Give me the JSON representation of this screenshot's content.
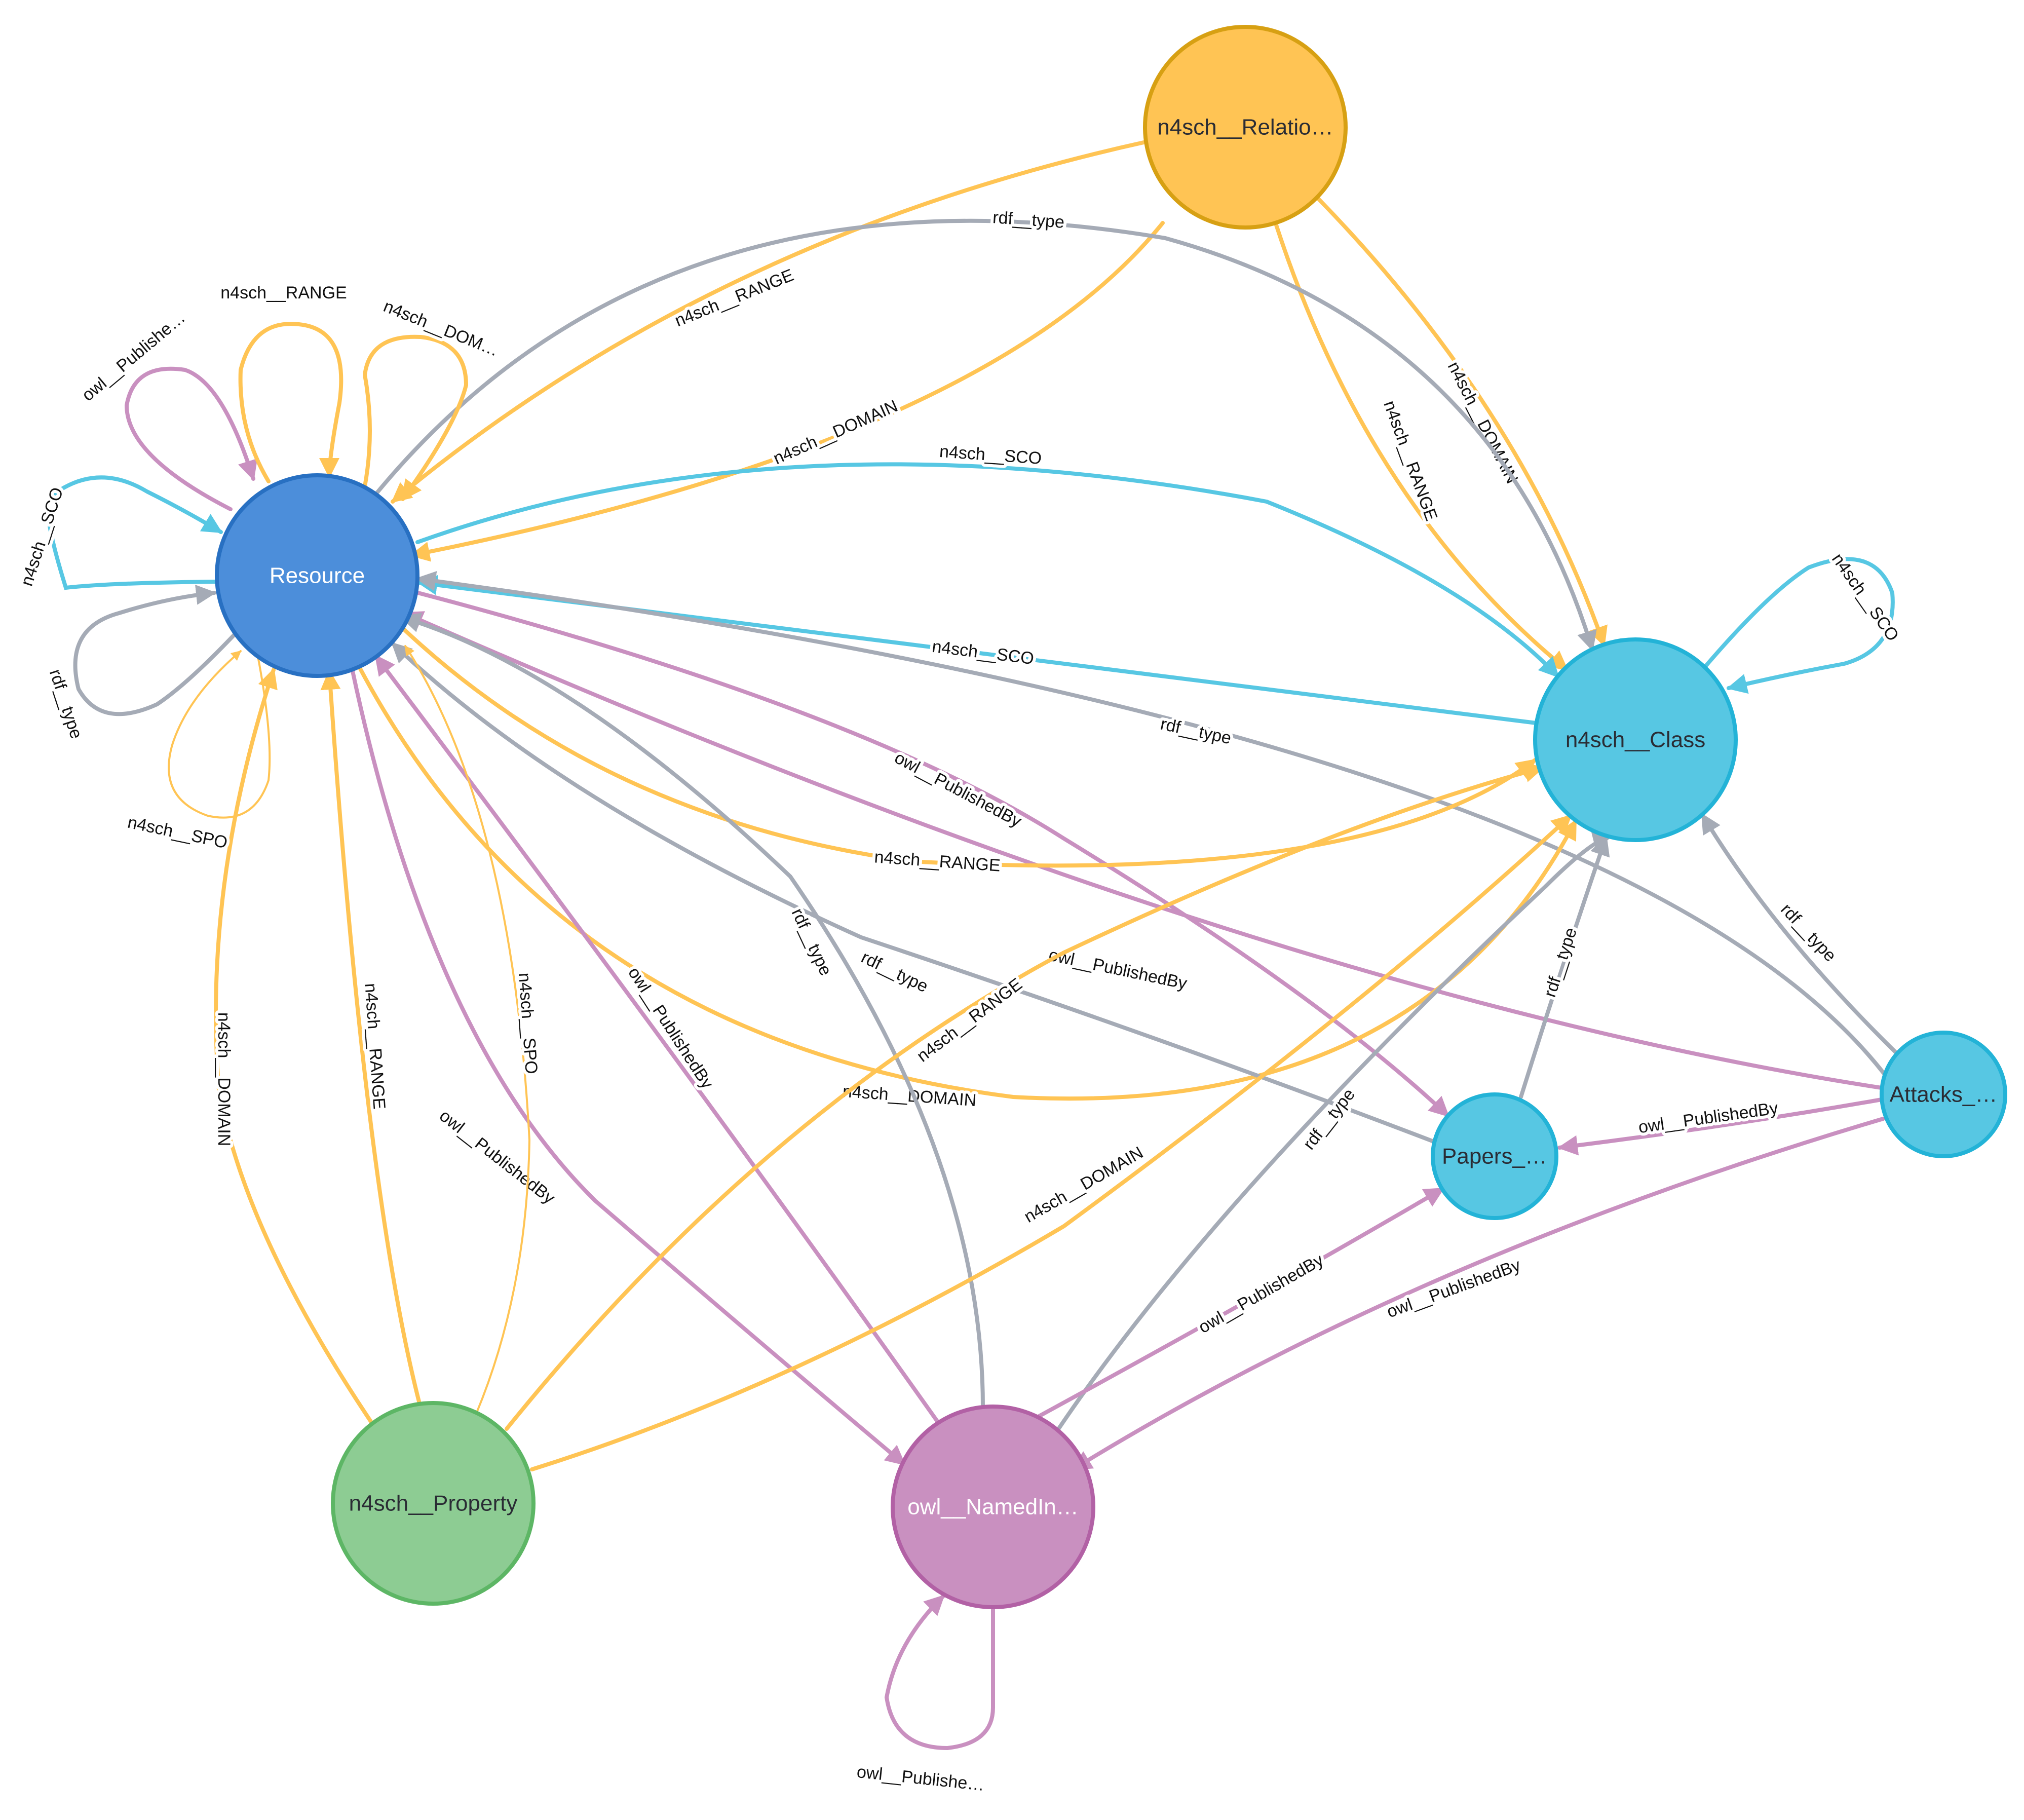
{
  "colors": {
    "gray": "#a5abb6",
    "orange": "#ffc454",
    "blue": "#4c8eda",
    "cyan": "#57c7e3",
    "pink": "#c990c0"
  },
  "nodes": [
    {
      "id": "resource",
      "label": "Resource",
      "fill": "#4c8eda",
      "stroke": "#2870c2",
      "text_color": "#ffffff"
    },
    {
      "id": "class",
      "label": "n4sch__Class",
      "fill": "#57c7e3",
      "stroke": "#23b3d7",
      "text_color": "#2a2c34"
    },
    {
      "id": "relation",
      "label": "n4sch__Relatio…",
      "fill": "#ffc454",
      "stroke": "#d7a013",
      "text_color": "#2a2c34"
    },
    {
      "id": "property",
      "label": "n4sch__Property",
      "fill": "#8dcc93",
      "stroke": "#5db665",
      "text_color": "#2a2c34"
    },
    {
      "id": "named",
      "label": "owl__NamedIn…",
      "fill": "#c990c0",
      "stroke": "#b261a5",
      "text_color": "#ffffff"
    },
    {
      "id": "papers",
      "label": "Papers_…",
      "fill": "#57c7e3",
      "stroke": "#23b3d7",
      "text_color": "#2a2c34"
    },
    {
      "id": "attacks",
      "label": "Attacks_…",
      "fill": "#57c7e3",
      "stroke": "#23b3d7",
      "text_color": "#2a2c34"
    }
  ],
  "edges": [
    {
      "from": "relation",
      "to": "resource",
      "label": "n4sch__RANGE",
      "color": "orange"
    },
    {
      "from": "relation",
      "to": "resource",
      "label": "n4sch__DOMAIN",
      "color": "orange"
    },
    {
      "from": "relation",
      "to": "class",
      "label": "n4sch__RANGE",
      "color": "orange"
    },
    {
      "from": "relation",
      "to": "class",
      "label": "n4sch__DOMAIN",
      "color": "orange"
    },
    {
      "from": "resource",
      "to": "class",
      "label": "rdf__type",
      "color": "gray"
    },
    {
      "from": "resource",
      "to": "class",
      "label": "n4sch__SCO",
      "color": "cyan"
    },
    {
      "from": "class",
      "to": "resource",
      "label": "n4sch__SCO",
      "color": "cyan"
    },
    {
      "from": "attacks",
      "to": "resource",
      "label": "rdf__type",
      "color": "gray"
    },
    {
      "from": "resource",
      "to": "papers",
      "label": "owl__PublishedBy",
      "color": "pink"
    },
    {
      "from": "attacks",
      "to": "resource",
      "label": "owl__PublishedBy",
      "color": "pink"
    },
    {
      "from": "resource",
      "to": "class",
      "label": "n4sch__RANGE",
      "color": "orange"
    },
    {
      "from": "resource",
      "to": "class",
      "label": "n4sch__DOMAIN",
      "color": "orange"
    },
    {
      "from": "papers",
      "to": "resource",
      "label": "rdf__type",
      "color": "gray"
    },
    {
      "from": "named",
      "to": "resource",
      "label": "rdf__type",
      "color": "gray"
    },
    {
      "from": "named",
      "to": "resource",
      "label": "owl__PublishedBy",
      "color": "pink"
    },
    {
      "from": "resource",
      "to": "named",
      "label": "owl__PublishedBy",
      "color": "pink"
    },
    {
      "from": "property",
      "to": "resource",
      "label": "n4sch__DOMAIN",
      "color": "orange"
    },
    {
      "from": "property",
      "to": "resource",
      "label": "n4sch__RANGE",
      "color": "orange"
    },
    {
      "from": "property",
      "to": "resource",
      "label": "n4sch__SPO",
      "color": "orange"
    },
    {
      "from": "property",
      "to": "class",
      "label": "n4sch__RANGE",
      "color": "orange"
    },
    {
      "from": "property",
      "to": "class",
      "label": "n4sch__DOMAIN",
      "color": "orange"
    },
    {
      "from": "named",
      "to": "class",
      "label": "rdf__type",
      "color": "gray"
    },
    {
      "from": "papers",
      "to": "class",
      "label": "rdf__type",
      "color": "gray"
    },
    {
      "from": "attacks",
      "to": "class",
      "label": "rdf__type",
      "color": "gray"
    },
    {
      "from": "attacks",
      "to": "papers",
      "label": "owl__PublishedBy",
      "color": "pink"
    },
    {
      "from": "named",
      "to": "papers",
      "label": "owl__PublishedBy",
      "color": "pink"
    },
    {
      "from": "attacks",
      "to": "named",
      "label": "owl__PublishedBy",
      "color": "pink"
    },
    {
      "from": "resource",
      "to": "resource",
      "label": "owl__Publishe…",
      "color": "pink"
    },
    {
      "from": "resource",
      "to": "resource",
      "label": "n4sch__RANGE",
      "color": "orange"
    },
    {
      "from": "resource",
      "to": "resource",
      "label": "n4sch__DOM…",
      "color": "orange"
    },
    {
      "from": "resource",
      "to": "resource",
      "label": "n4sch__SCO",
      "color": "cyan"
    },
    {
      "from": "resource",
      "to": "resource",
      "label": "rdf__type",
      "color": "gray"
    },
    {
      "from": "resource",
      "to": "resource",
      "label": "n4sch__SPO",
      "color": "orange"
    },
    {
      "from": "class",
      "to": "class",
      "label": "n4sch__SCO",
      "color": "cyan"
    },
    {
      "from": "named",
      "to": "named",
      "label": "owl__Publishe…",
      "color": "pink"
    }
  ]
}
